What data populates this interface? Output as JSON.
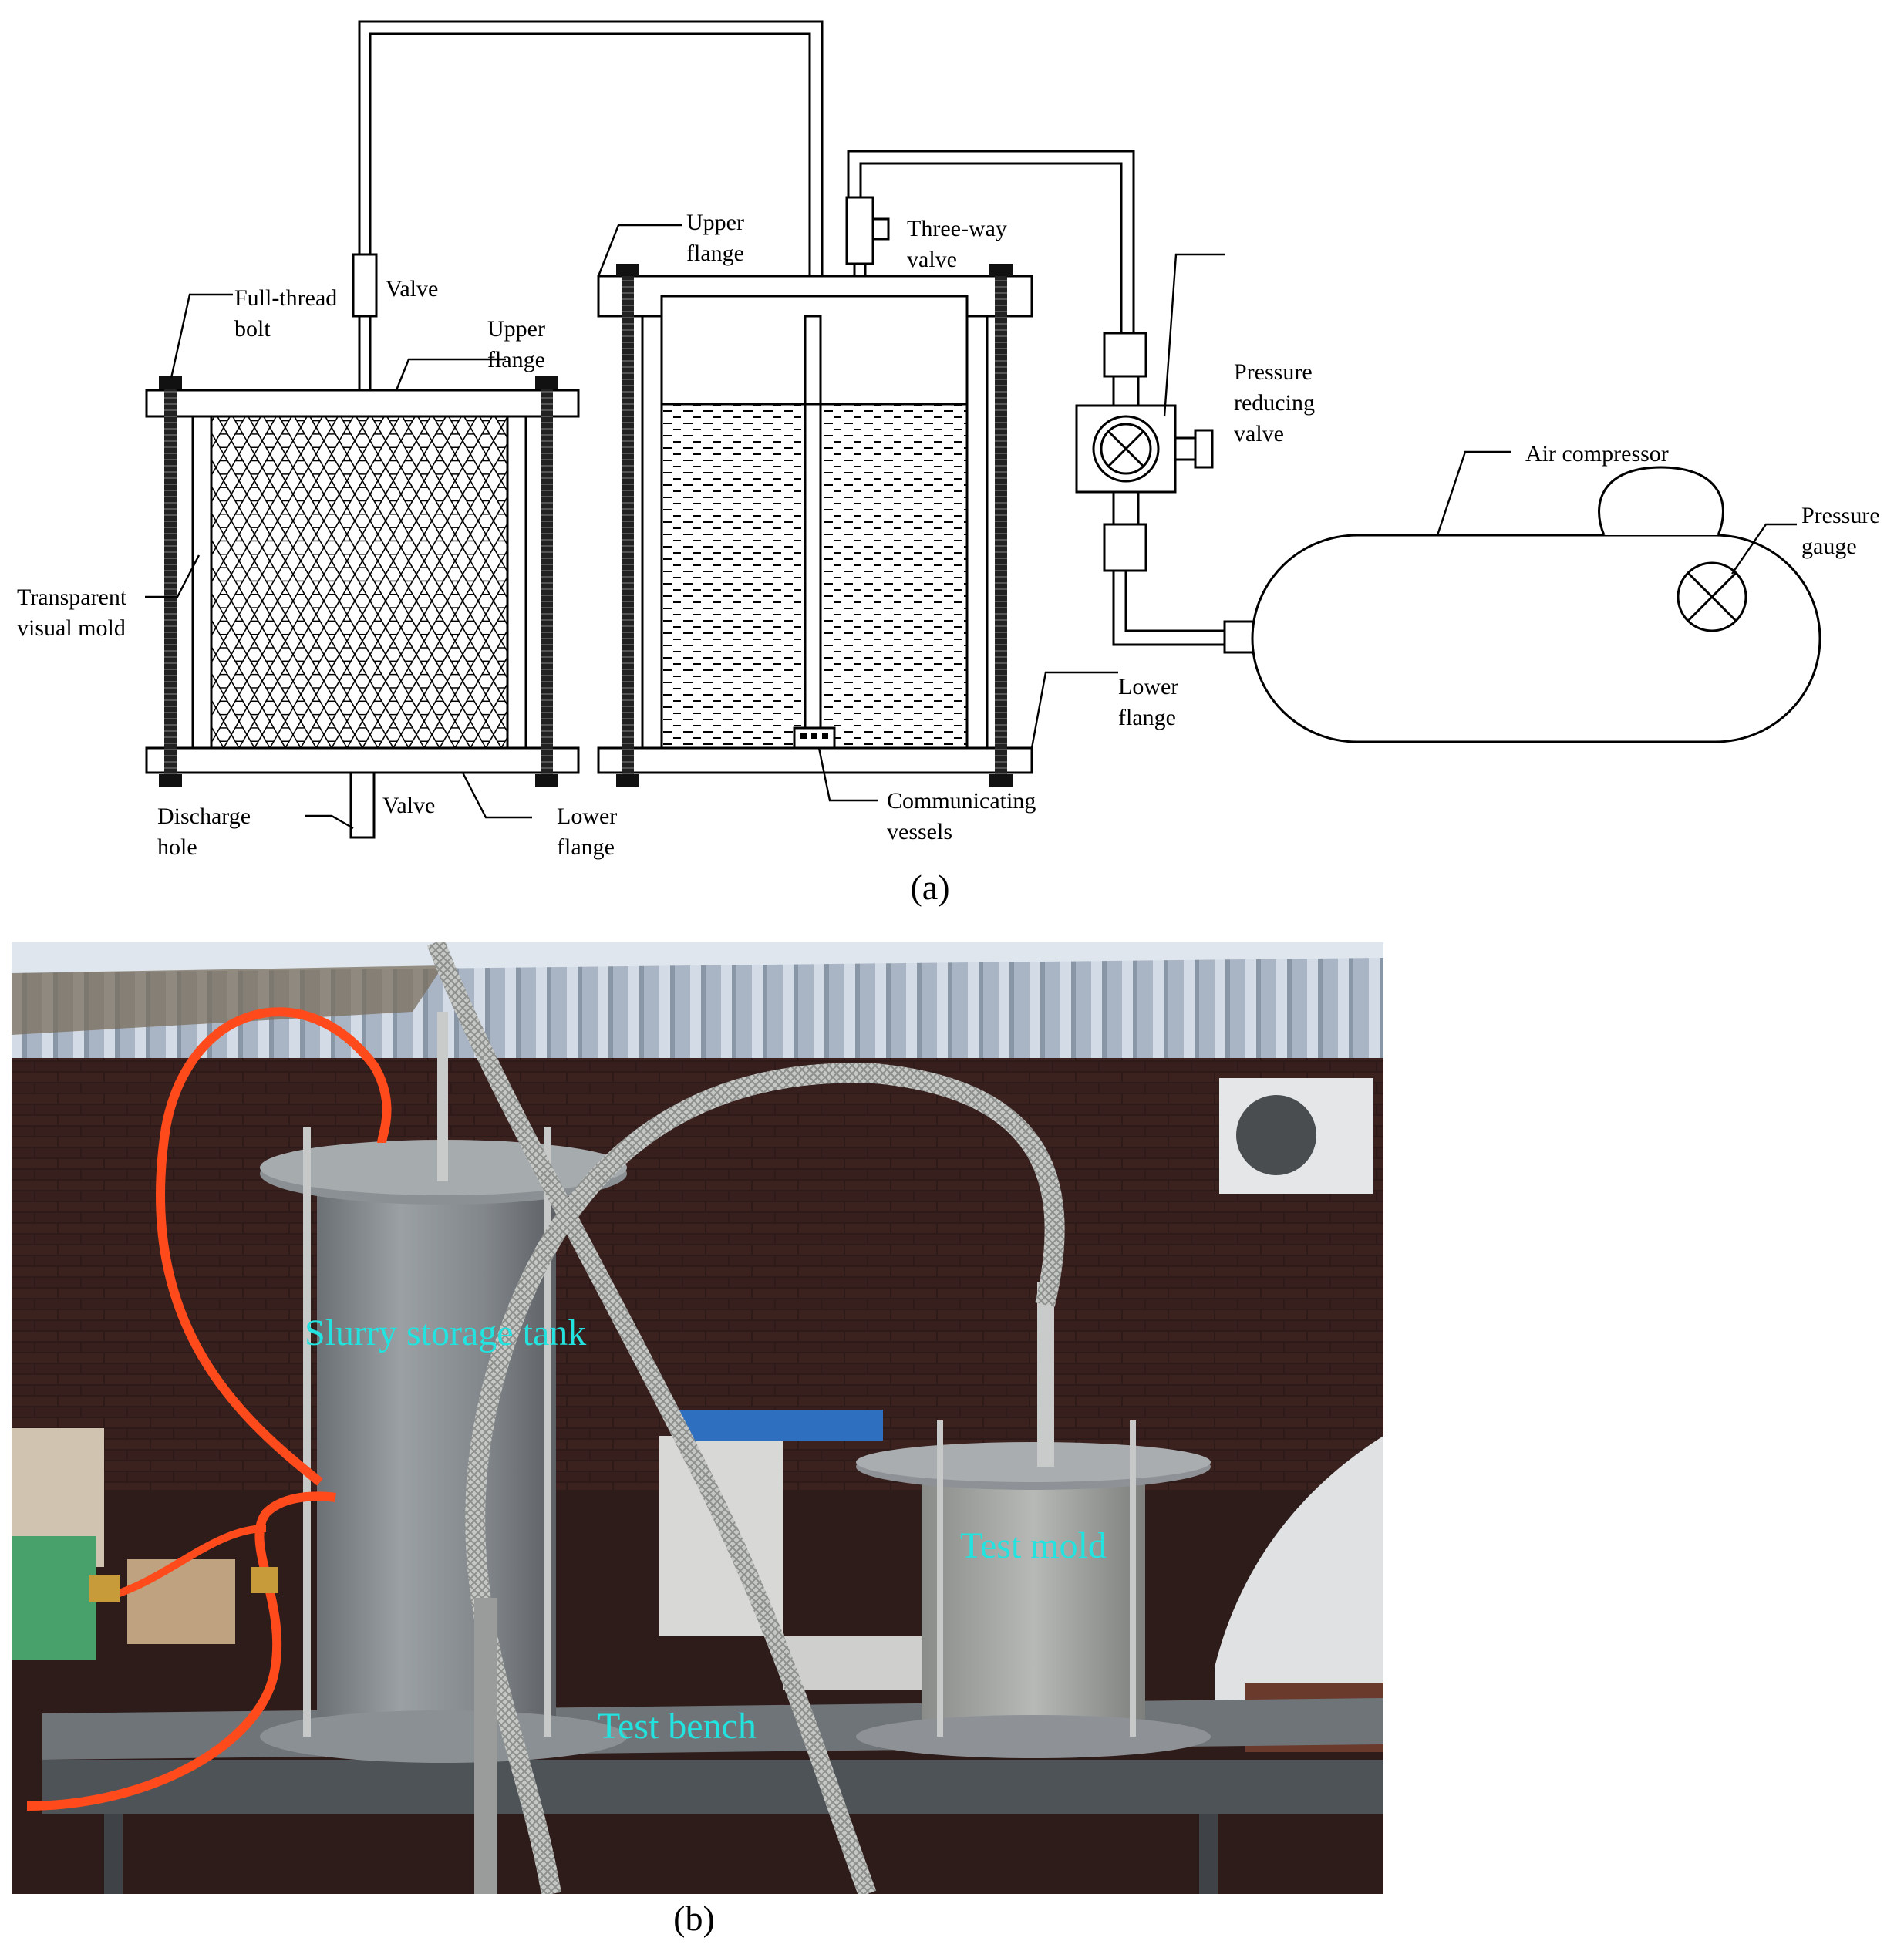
{
  "figure_a": {
    "caption": "(a)",
    "labels": {
      "full_thread_bolt": [
        "Full-thread",
        "bolt"
      ],
      "valve_top": "Valve",
      "upper_flange_left": [
        "Upper",
        "flange"
      ],
      "transparent_mold": [
        "Transparent",
        "visual mold"
      ],
      "discharge_hole": [
        "Discharge",
        "hole"
      ],
      "valve_bottom": "Valve",
      "lower_flange_left": [
        "Lower",
        "flange"
      ],
      "upper_flange_right": [
        "Upper",
        "flange"
      ],
      "three_way_valve": [
        "Three-way",
        "valve"
      ],
      "communicating_vessels": [
        "Communicating",
        "vessels"
      ],
      "lower_flange_right": [
        "Lower",
        "flange"
      ],
      "pressure_reducing_valve": [
        "Pressure",
        "reducing",
        "valve"
      ],
      "air_compressor": "Air compressor",
      "pressure_gauge": [
        "Pressure",
        "gauge"
      ]
    }
  },
  "figure_b": {
    "caption": "(b)",
    "labels": {
      "slurry_tank": "Slurry storage tank",
      "test_mold": "Test mold",
      "test_bench": "Test bench"
    },
    "colors": {
      "label": "#22e3df",
      "hose": "#ff4a1c",
      "pvc": "#7f8488"
    }
  }
}
